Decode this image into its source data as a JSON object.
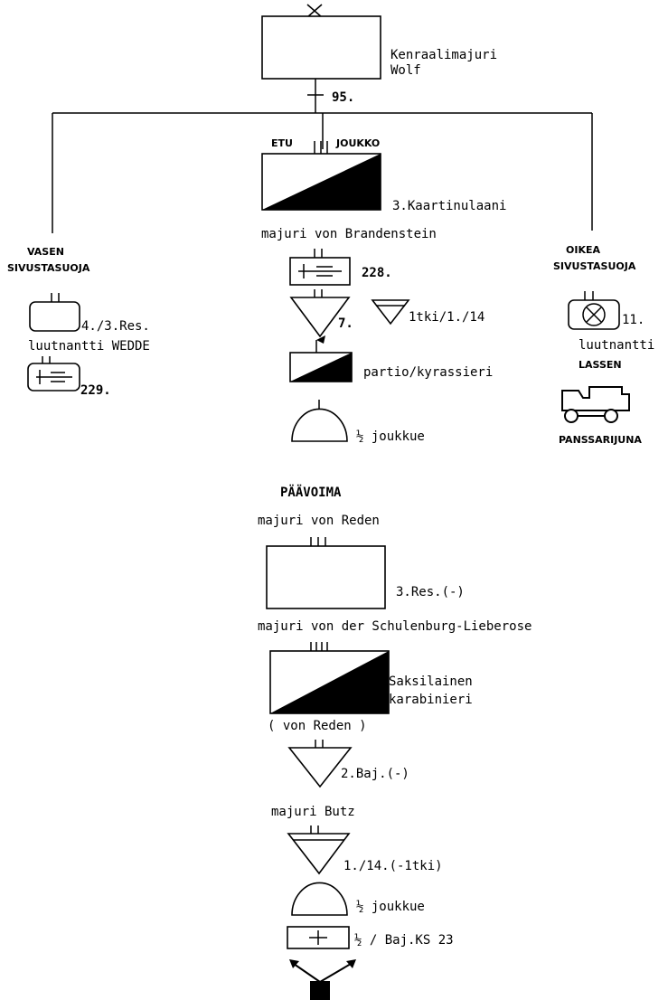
{
  "commander": {
    "title": "Kenraalimajuri",
    "name": "Wolf",
    "unit": "95."
  },
  "vanguard": {
    "label_left": "ETU",
    "label_right": "JOUKKO",
    "cavalry_unit": "3.Kaartinulaani",
    "commander": "majuri von Brandenstein",
    "mg_unit": "228.",
    "infantry_unit": "7.",
    "small_infantry_unit": "1tki/1./14",
    "patrol": "partio/kyrassieri",
    "half_platoon": "½ joukkue"
  },
  "left_flank": {
    "label_line1": "VASEN",
    "label_line2": "SIVUSTASUOJA",
    "unit": "4./3.Res.",
    "commander": "luutnantti WEDDE",
    "mg_unit": "229."
  },
  "right_flank": {
    "label_line1": "OIKEA",
    "label_line2": "SIVUSTASUOJA",
    "unit": "11.",
    "commander_rank": "luutnantti",
    "commander_name": "LASSEN",
    "train_label": "PANSSARIJUNA"
  },
  "main_body": {
    "label": "PÄÄVOIMA",
    "commander1": "majuri von Reden",
    "unit1": "3.Res.(-)",
    "commander2": "majuri von der Schulenburg-Lieberose",
    "cavalry_line1": "Saksilainen",
    "cavalry_line2": "karabinieri",
    "sub_commander": "( von Reden )",
    "unit2": "2.Baj.(-)",
    "commander3": "majuri Butz",
    "unit3": "1./14.(-1tki)",
    "half_platoon": "½ joukkue",
    "medical": "½ / Baj.KS 23"
  }
}
